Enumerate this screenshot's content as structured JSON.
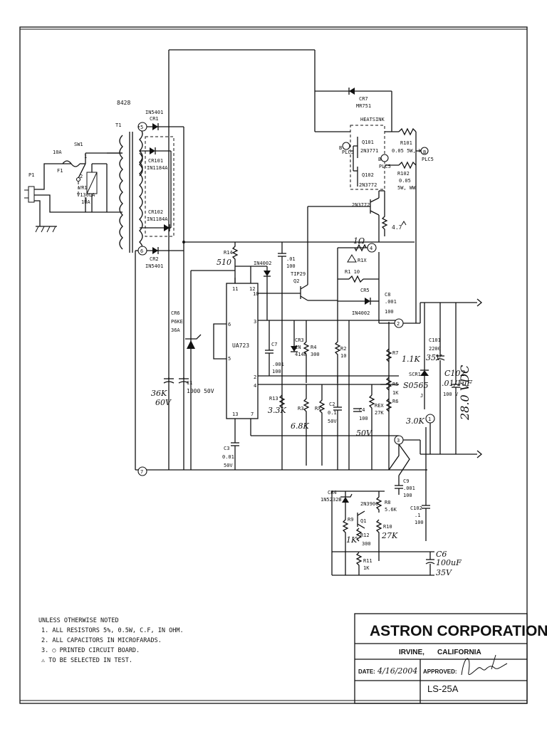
{
  "drawing_number": "8428",
  "components": {
    "p1": "P1",
    "f1": "F1",
    "f1_rating": "10A",
    "sw1": "SW1",
    "vr1": "VR1",
    "vr1_part": "V130LA",
    "vr1_rating": "10A",
    "t1": "T1",
    "cr1": "CR1",
    "cr1_part": "IN5401",
    "cr2": "CR2",
    "cr2_part": "IN5401",
    "cr101": "CR101",
    "cr101_part": "IN1184A",
    "cr102": "CR102",
    "cr102_part": "IN1184A",
    "cr6": "CR6",
    "cr6_part": "P6KE",
    "cr6_rating": "36A",
    "c1": "C1",
    "c1_value": "1000 50V",
    "c5_hand": "36K",
    "c5_hand2": "60V",
    "r14": "R14",
    "r14_hand": "510",
    "in4002_a": "IN4002",
    "c_01": ".01",
    "c_01b": "100",
    "tip29": "TIP29",
    "q2": "Q2",
    "ua723": "UA723",
    "c7": "C7",
    "c7_value": ".001",
    "c7_value2": "100",
    "cr3": "CR3",
    "cr3_part": "IN",
    "cr3_part2": "4148",
    "r4": "R4",
    "r4_value": "300",
    "r2": "R2",
    "r2_value": "10",
    "r13": "R13",
    "r13_hand": "3.3K",
    "r3": "R3",
    "r3_hand": "6.8K",
    "rx": "RX",
    "c2": "C2",
    "c2_value": "0.1",
    "c2_value2": "50V",
    "c3": "C3",
    "c3_value": "0.01",
    "c3_value2": "50V",
    "c4": "C4",
    "c4_value": "100",
    "c4_hand": "50V",
    "r6": "R6",
    "r5": "R5",
    "r5_value": "1K",
    "r7": "R7",
    "r7_hand": "1.1K",
    "rex": "REX",
    "rex_value": "27K",
    "cr7": "CR7",
    "cr7_part": "MR751",
    "heatsink": "HEATSINK",
    "q101": "Q101",
    "q101_part": "2N3771",
    "q102": "Q102",
    "q102_part": "2N3772",
    "r101": "R101",
    "r101_value": "0.05 5W, WW",
    "r102": "R102",
    "r102_value": "0.05",
    "r102_value2": "5W, WW",
    "plc_b": "B",
    "plc_label": "PLC5",
    "q3": "2N3772",
    "r_47": "4.7",
    "r1x_hand": "1Ω",
    "r1x": "R1X",
    "r1_label": "R1 10",
    "cr5": "CR5",
    "in4002_b": "IN4002",
    "c8": "C8",
    "c8_value": ".001",
    "c8_value2": "100",
    "scr1": "SCR1",
    "scr1_hand": "S0565",
    "scr1_j": "J",
    "r_3k": "3.0K",
    "c101": "C101",
    "c101_value": "2200",
    "c101_hand": "35V",
    "c102_hand": "C102",
    "c102_hand2": ".01/1uF",
    "c102_hand3": "100 V",
    "vdc_hand": "28.0 VDC",
    "plus": "+",
    "minus": "-",
    "c9": "C9",
    "c9_value": ".001",
    "c9_value2": "100",
    "c102b": "C102",
    "c102b_value": ".1",
    "c102b_value2": "100",
    "cr4": "CR4",
    "cr4_part": "1N5232B",
    "q1_part": "2N3906",
    "q1": "Q1",
    "r8": "R8",
    "r8_value": "5.6K",
    "r9": "R9",
    "r9_hand": "1K",
    "r12": "R12",
    "r12_value": "300",
    "r10": "R10",
    "r10_hand": "27K",
    "r11": "R11",
    "r11_value": "1K",
    "c6_hand": "C6",
    "c6_hand2": "100uF",
    "c6_hand3": "35V"
  },
  "pins": {
    "n5": "5",
    "n6": "6",
    "n7": "7",
    "n1": "1",
    "n2": "2",
    "n3": "3",
    "n4": "4",
    "ic11": "11",
    "ic12": "12",
    "ic10": "10",
    "ic6": "6",
    "ic5": "5",
    "ic3": "3",
    "ic2": "2",
    "ic4": "4",
    "ic13": "13",
    "ic7": "7",
    "sw_1": "1",
    "sw_2": "2",
    "sw_3": "3"
  },
  "notes": {
    "header": "UNLESS OTHERWISE NOTED",
    "items": [
      "1. ALL RESISTORS 5%, 0.5W, C.F, IN OHM.",
      "2. ALL CAPACITORS IN MICROFARADS.",
      "3. ○ PRINTED CIRCUIT BOARD.",
      "⚠  TO BE SELECTED IN TEST."
    ]
  },
  "title_block": {
    "company": "ASTRON CORPORATION",
    "city": "IRVINE,",
    "state": "CALIFORNIA",
    "date_label": "DATE:",
    "date_value": "4/16/2004",
    "approved_label": "APPROVED:",
    "model": "LS-25A"
  }
}
